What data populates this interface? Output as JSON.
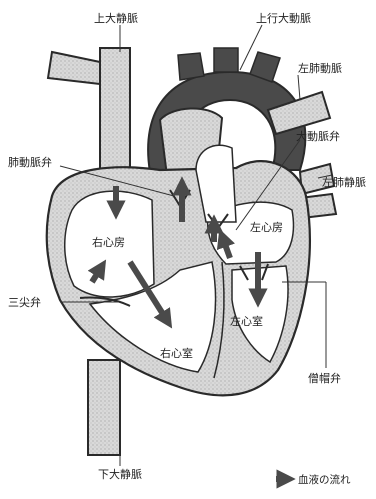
{
  "labels": {
    "superior_vena_cava": "上大静脈",
    "ascending_aorta": "上行大動脈",
    "pulmonary_artery": "左肺動脈",
    "aortic_valve": "大動脈弁",
    "pulmonary_valve": "肺動脈弁",
    "pulmonary_veins": "左肺静脈",
    "right_atrium": "右心房",
    "left_atrium": "左心房",
    "tricuspid_valve": "三尖弁",
    "left_ventricle": "左心室",
    "right_ventricle": "右心室",
    "mitral_valve": "僧帽弁",
    "inferior_vena_cava": "下大静脈"
  },
  "legend": {
    "blood_flow": "血液の流れ"
  },
  "colors": {
    "outline": "#2a2a2a",
    "wall": "#d4d4d4",
    "chamber": "#ffffff",
    "aorta": "#4a4a4a",
    "arrow": "#4a4a4a"
  }
}
